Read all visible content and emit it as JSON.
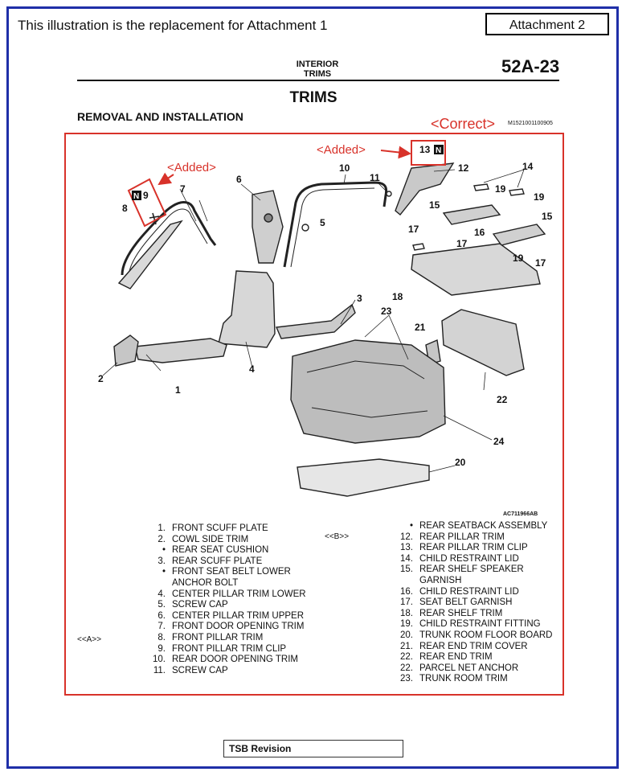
{
  "header": {
    "intro": "This illustration is the replacement for Attachment 1",
    "attachment": "Attachment 2",
    "section_line1": "INTERIOR",
    "section_line2": "TRIMS",
    "page_number": "52A-23",
    "section_title": "TRIMS",
    "subheading": "REMOVAL AND INSTALLATION"
  },
  "annotations": {
    "correct": "<Correct>",
    "added": "<Added>",
    "ref_top": "M1521001100905",
    "ref_bottom": "AC711966AB",
    "tag_a": "<<A>>",
    "tag_b": "<<B>>",
    "color_red": "#d8322a"
  },
  "callouts": {
    "c1": "1",
    "c2": "2",
    "c3": "3",
    "c4": "4",
    "c5": "5",
    "c6": "6",
    "c7": "7",
    "c8": "8",
    "c9": "9",
    "c10": "10",
    "c11": "11",
    "c12": "12",
    "c13": "13",
    "c14": "14",
    "c15": "15",
    "c16": "16",
    "c17": "17",
    "c18": "18",
    "c19": "19",
    "c20": "20",
    "c21": "21",
    "c22": "22",
    "c23": "23",
    "c24": "24",
    "n": "N"
  },
  "left_list": [
    {
      "num": "1.",
      "text": "FRONT SCUFF PLATE"
    },
    {
      "num": "2.",
      "text": "COWL SIDE TRIM"
    },
    {
      "num": "•",
      "text": "REAR SEAT CUSHION"
    },
    {
      "num": "3.",
      "text": "REAR SCUFF PLATE"
    },
    {
      "num": "•",
      "text": "FRONT SEAT BELT LOWER"
    },
    {
      "num": "",
      "text": "ANCHOR BOLT"
    },
    {
      "num": "4.",
      "text": "CENTER PILLAR TRIM LOWER"
    },
    {
      "num": "5.",
      "text": "SCREW CAP"
    },
    {
      "num": "6.",
      "text": "CENTER PILLAR TRIM UPPER"
    },
    {
      "num": "7.",
      "text": "FRONT DOOR OPENING TRIM"
    },
    {
      "num": "8.",
      "text": "FRONT PILLAR TRIM"
    },
    {
      "num": "9.",
      "text": "FRONT PILLAR TRIM CLIP"
    },
    {
      "num": "10.",
      "text": "REAR DOOR OPENING TRIM"
    },
    {
      "num": "11.",
      "text": "SCREW CAP"
    }
  ],
  "right_list": [
    {
      "num": "•",
      "text": "REAR SEATBACK ASSEMBLY"
    },
    {
      "num": "12.",
      "text": "REAR PILLAR TRIM"
    },
    {
      "num": "13.",
      "text": "REAR PILLAR TRIM CLIP"
    },
    {
      "num": "14.",
      "text": "CHILD RESTRAINT LID"
    },
    {
      "num": "15.",
      "text": "REAR SHELF SPEAKER"
    },
    {
      "num": "",
      "text": "GARNISH"
    },
    {
      "num": "16.",
      "text": "CHILD RESTRAINT LID"
    },
    {
      "num": "17.",
      "text": "SEAT BELT GARNISH"
    },
    {
      "num": "18.",
      "text": "REAR SHELF TRIM"
    },
    {
      "num": "19.",
      "text": "CHILD RESTRAINT FITTING"
    },
    {
      "num": "20.",
      "text": "TRUNK ROOM FLOOR BOARD"
    },
    {
      "num": "21.",
      "text": "REAR END TRIM COVER"
    },
    {
      "num": "22.",
      "text": "REAR END TRIM"
    },
    {
      "num": "22.",
      "text": "PARCEL NET ANCHOR"
    },
    {
      "num": "23.",
      "text": "TRUNK ROOM TRIM"
    }
  ],
  "footer": {
    "label": "TSB Revision"
  }
}
